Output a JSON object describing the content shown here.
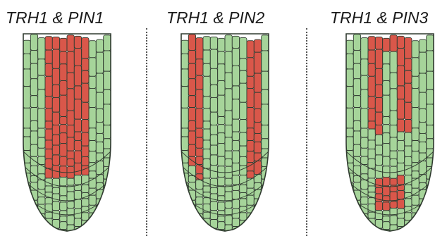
{
  "panels": [
    {
      "title": "TRH1 & PIN1",
      "pattern": "central-stele"
    },
    {
      "title": "TRH1 & PIN2",
      "pattern": "lateral-epidermis-cortex"
    },
    {
      "title": "TRH1 & PIN3",
      "pattern": "central-strands-and-columella"
    }
  ],
  "colors": {
    "expression_red": "#d9574a",
    "background_green": "#a6d49a",
    "cell_outline": "#2f3a2f",
    "divider": "#555555"
  }
}
